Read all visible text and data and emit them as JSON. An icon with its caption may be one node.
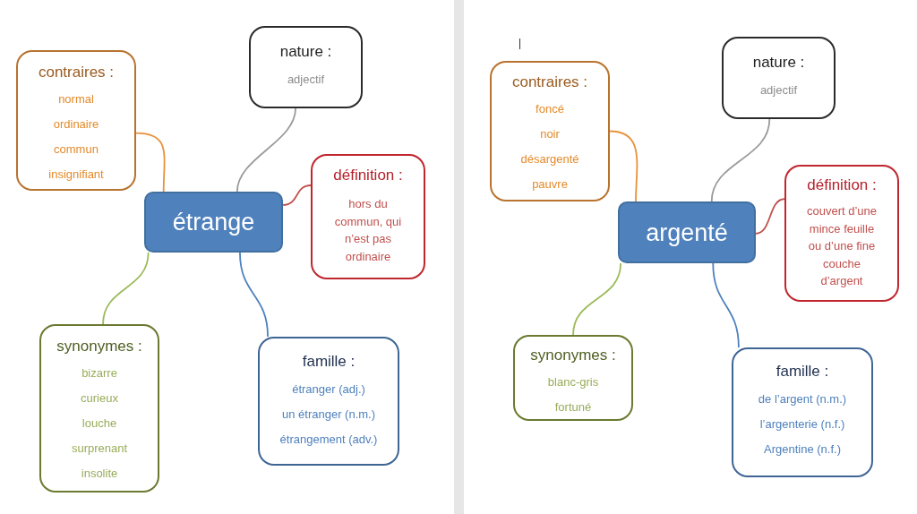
{
  "diagram": {
    "nodes": [
      {
        "text": [
          "contraires :",
          "normal",
          "ordinaire",
          "commun",
          "insignifiant"
        ]
      },
      {
        "text": [
          "nature :",
          "adjectif"
        ]
      },
      {
        "text": [
          "étrange"
        ]
      },
      {
        "text": [
          "définition :",
          "hors du commun, qui n’est pas ordinaire"
        ]
      },
      {
        "text": [
          "synonymes :",
          "bizarre",
          "curieux",
          "louche",
          "surprenant",
          "insolite"
        ]
      },
      {
        "text": [
          "famille :",
          "étranger (adj.)",
          "un étranger (n.m.)",
          "étrangement (adv.)"
        ]
      },
      {
        "text": [
          "contraires :",
          "foncé",
          "noir",
          "désargenté",
          "pauvre"
        ]
      },
      {
        "text": [
          "nature :",
          "adjectif"
        ]
      },
      {
        "text": [
          "argenté"
        ]
      },
      {
        "text": [
          "définition :",
          "couvert d’une mince feuille ou d’une fine couche d’argent"
        ]
      },
      {
        "text": [
          "synonymes :",
          "blanc-gris",
          "fortuné"
        ]
      },
      {
        "text": [
          "famille :",
          "de l’argent (n.m.)",
          "l’argenterie (n.f.)",
          "Argentine (n.f.)"
        ]
      }
    ],
    "edges": [
      {
        "from": 2,
        "to": 0,
        "arrow": "none",
        "color": "#e8923a"
      },
      {
        "from": 2,
        "to": 1,
        "arrow": "none",
        "color": "#9a9a9a"
      },
      {
        "from": 2,
        "to": 3,
        "arrow": "none",
        "color": "#c0504d"
      },
      {
        "from": 2,
        "to": 4,
        "arrow": "none",
        "color": "#9bbb59"
      },
      {
        "from": 2,
        "to": 5,
        "arrow": "none",
        "color": "#4f81bd"
      },
      {
        "from": 8,
        "to": 6,
        "arrow": "none",
        "color": "#e8923a"
      },
      {
        "from": 8,
        "to": 7,
        "arrow": "none",
        "color": "#9a9a9a"
      },
      {
        "from": 8,
        "to": 9,
        "arrow": "none",
        "color": "#c0504d"
      },
      {
        "from": 8,
        "to": 10,
        "arrow": "none",
        "color": "#9bbb59"
      },
      {
        "from": 8,
        "to": 11,
        "arrow": "none",
        "color": "#4f81bd"
      }
    ]
  }
}
